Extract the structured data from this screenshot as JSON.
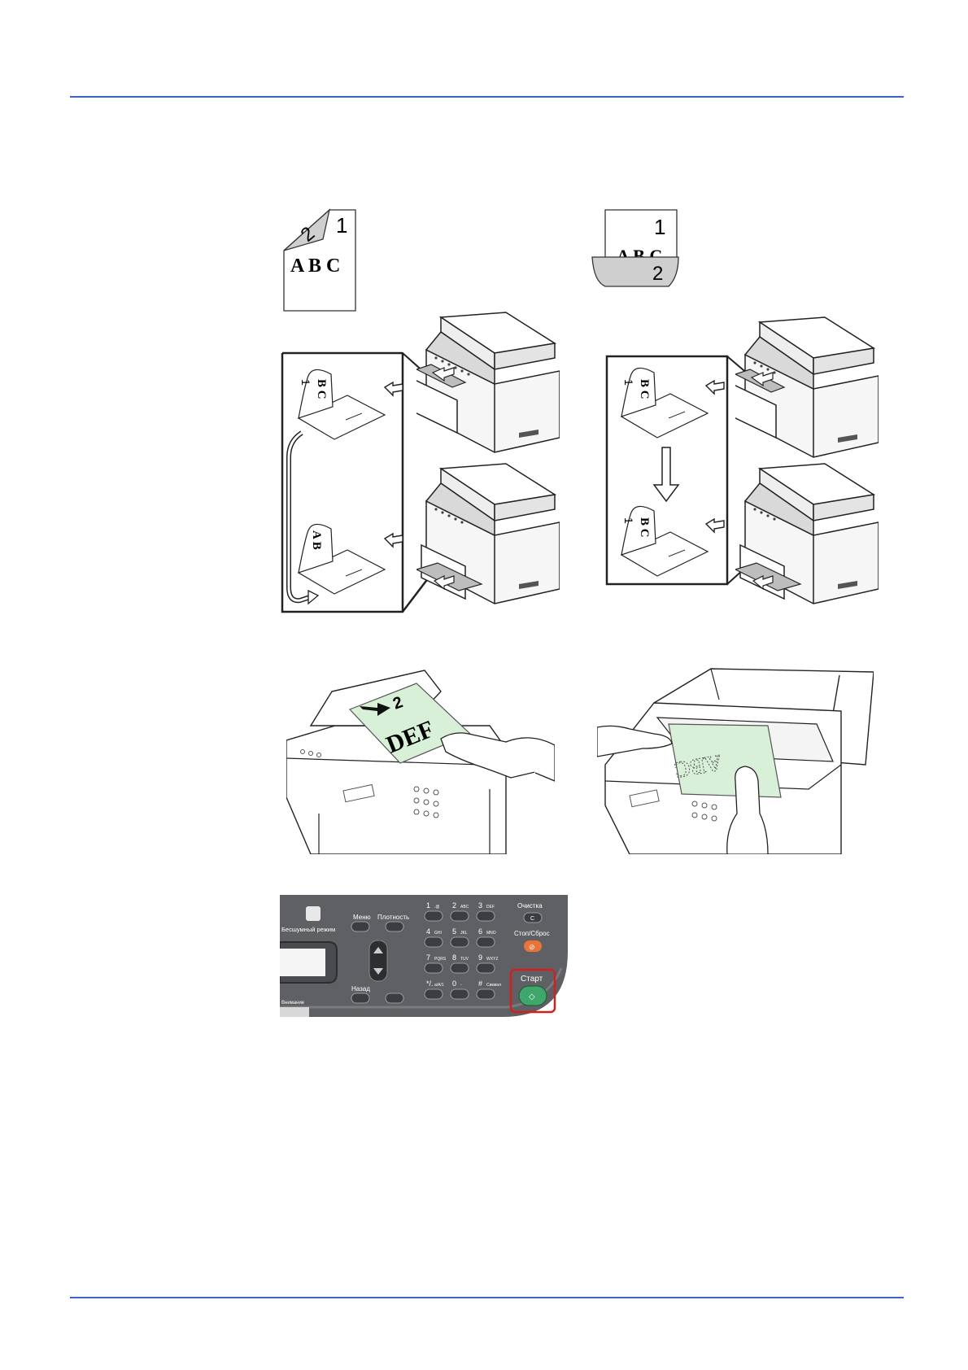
{
  "page": {
    "rule_color": "#3d63c9"
  },
  "duplex_icons": {
    "left": {
      "page_front": "1",
      "page_back": "2",
      "text": "A B C"
    },
    "right": {
      "page_front": "1",
      "page_back": "2",
      "text": "A B C"
    }
  },
  "feed_diagrams": {
    "left": {
      "top_label": "1",
      "top_text": "B C",
      "bottom_text": "A B"
    },
    "right": {
      "top_label": "1",
      "top_text": "B C",
      "bottom_label": "1",
      "bottom_text": "B C"
    }
  },
  "placement": {
    "feeder_sheet_number": "2",
    "feeder_sheet_text": "DEF",
    "glass_sheet_text": "ABC",
    "sheet_color": "#d8efd8"
  },
  "control_panel": {
    "colors": {
      "panel": "#5f6063",
      "button": "#3c3d40",
      "stop": "#e8743a",
      "start": "#3fa76b",
      "highlight": "#d22020"
    },
    "quiet_mode_label": "Бесшумный режим",
    "menu_label": "Меню",
    "density_label": "Плотность",
    "back_label": "Назад",
    "attention_label": "Внимание",
    "clear_label": "Очистка",
    "clear_key": "C",
    "stop_reset_label": "Стоп/Сброс",
    "start_label": "Старт",
    "keys": [
      {
        "num": "1",
        "sub": ".@"
      },
      {
        "num": "2",
        "sub": "ABC"
      },
      {
        "num": "3",
        "sub": "DEF"
      },
      {
        "num": "4",
        "sub": "GHI"
      },
      {
        "num": "5",
        "sub": "JKL"
      },
      {
        "num": "6",
        "sub": "MNO"
      },
      {
        "num": "7",
        "sub": "PQRS"
      },
      {
        "num": "8",
        "sub": "TUV"
      },
      {
        "num": "9",
        "sub": "WXYZ"
      },
      {
        "num": "*/.",
        "sub": "a/A/1"
      },
      {
        "num": "0",
        "sub": "-"
      },
      {
        "num": "#",
        "sub": "Символ"
      }
    ]
  }
}
